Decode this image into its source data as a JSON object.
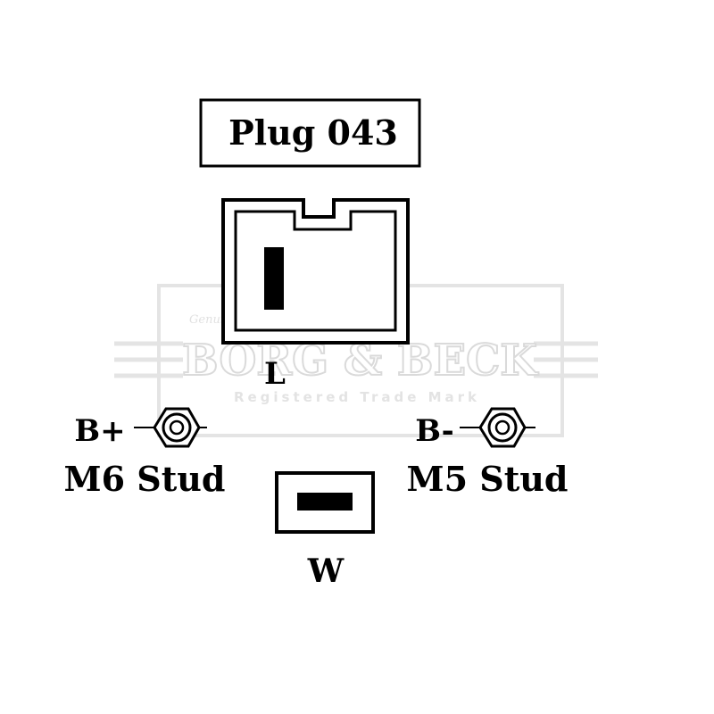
{
  "title": "Plug 043",
  "plug_terminal_label": "L",
  "positive": {
    "label": "B+",
    "stud": "M6 Stud"
  },
  "negative": {
    "label": "B-",
    "stud": "M5 Stud"
  },
  "w_terminal_label": "W",
  "watermark": {
    "brand": "BORG & BECK",
    "registered": "Registered Trade Mark",
    "genuine": "Genuine"
  },
  "colors": {
    "ink": "#000000",
    "watermark": "#dcdcdc"
  }
}
